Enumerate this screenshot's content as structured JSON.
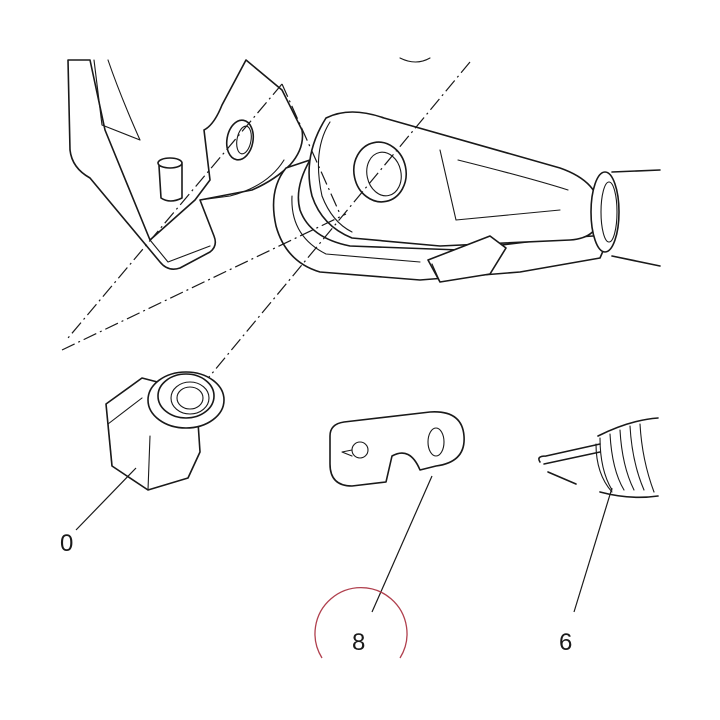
{
  "callouts": [
    {
      "id": "nut",
      "text": "0"
    },
    {
      "id": "plate",
      "text": "8"
    },
    {
      "id": "spring",
      "text": "6"
    }
  ],
  "colors": {
    "line": "#1a1a1a",
    "highlight_circle": "#b0404e",
    "background": "#ffffff"
  }
}
